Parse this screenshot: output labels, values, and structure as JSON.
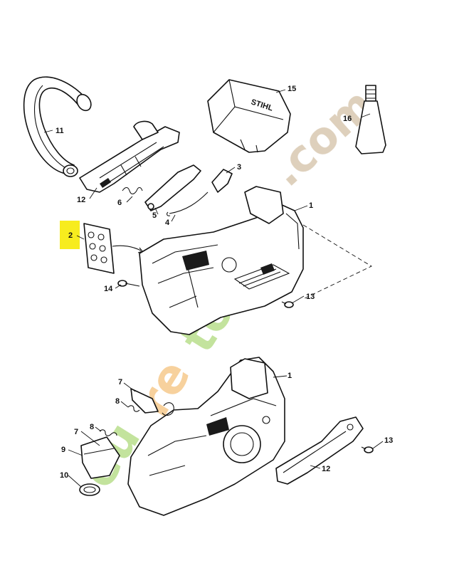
{
  "figure": {
    "part_labels": {
      "housing_top": "1",
      "housing_bottom": "1",
      "decal": "2",
      "pin_top": "3",
      "spring_top": "4",
      "trigger_top": "5",
      "lever_top": "6",
      "pin_bottom": "7",
      "spring_bottom_upper": "8",
      "spring_bottom_lower": "8",
      "pin_bottom_lower": "7",
      "plate": "9",
      "ring": "10",
      "handlebar": "11",
      "handle_top": "12",
      "handle_bottom": "12",
      "screw_top": "13",
      "screw_bottom": "13",
      "screw_left": "14",
      "cover": "15",
      "tube": "16"
    },
    "logo_text": "STIHL",
    "watermark_text": "euretoolo.com",
    "colors": {
      "highlight": "#f7ec1e",
      "watermark_green": "#b9de8c",
      "watermark_orange": "#f6c98c",
      "watermark_tan": "#d8c8b0",
      "line": "#111111"
    }
  }
}
